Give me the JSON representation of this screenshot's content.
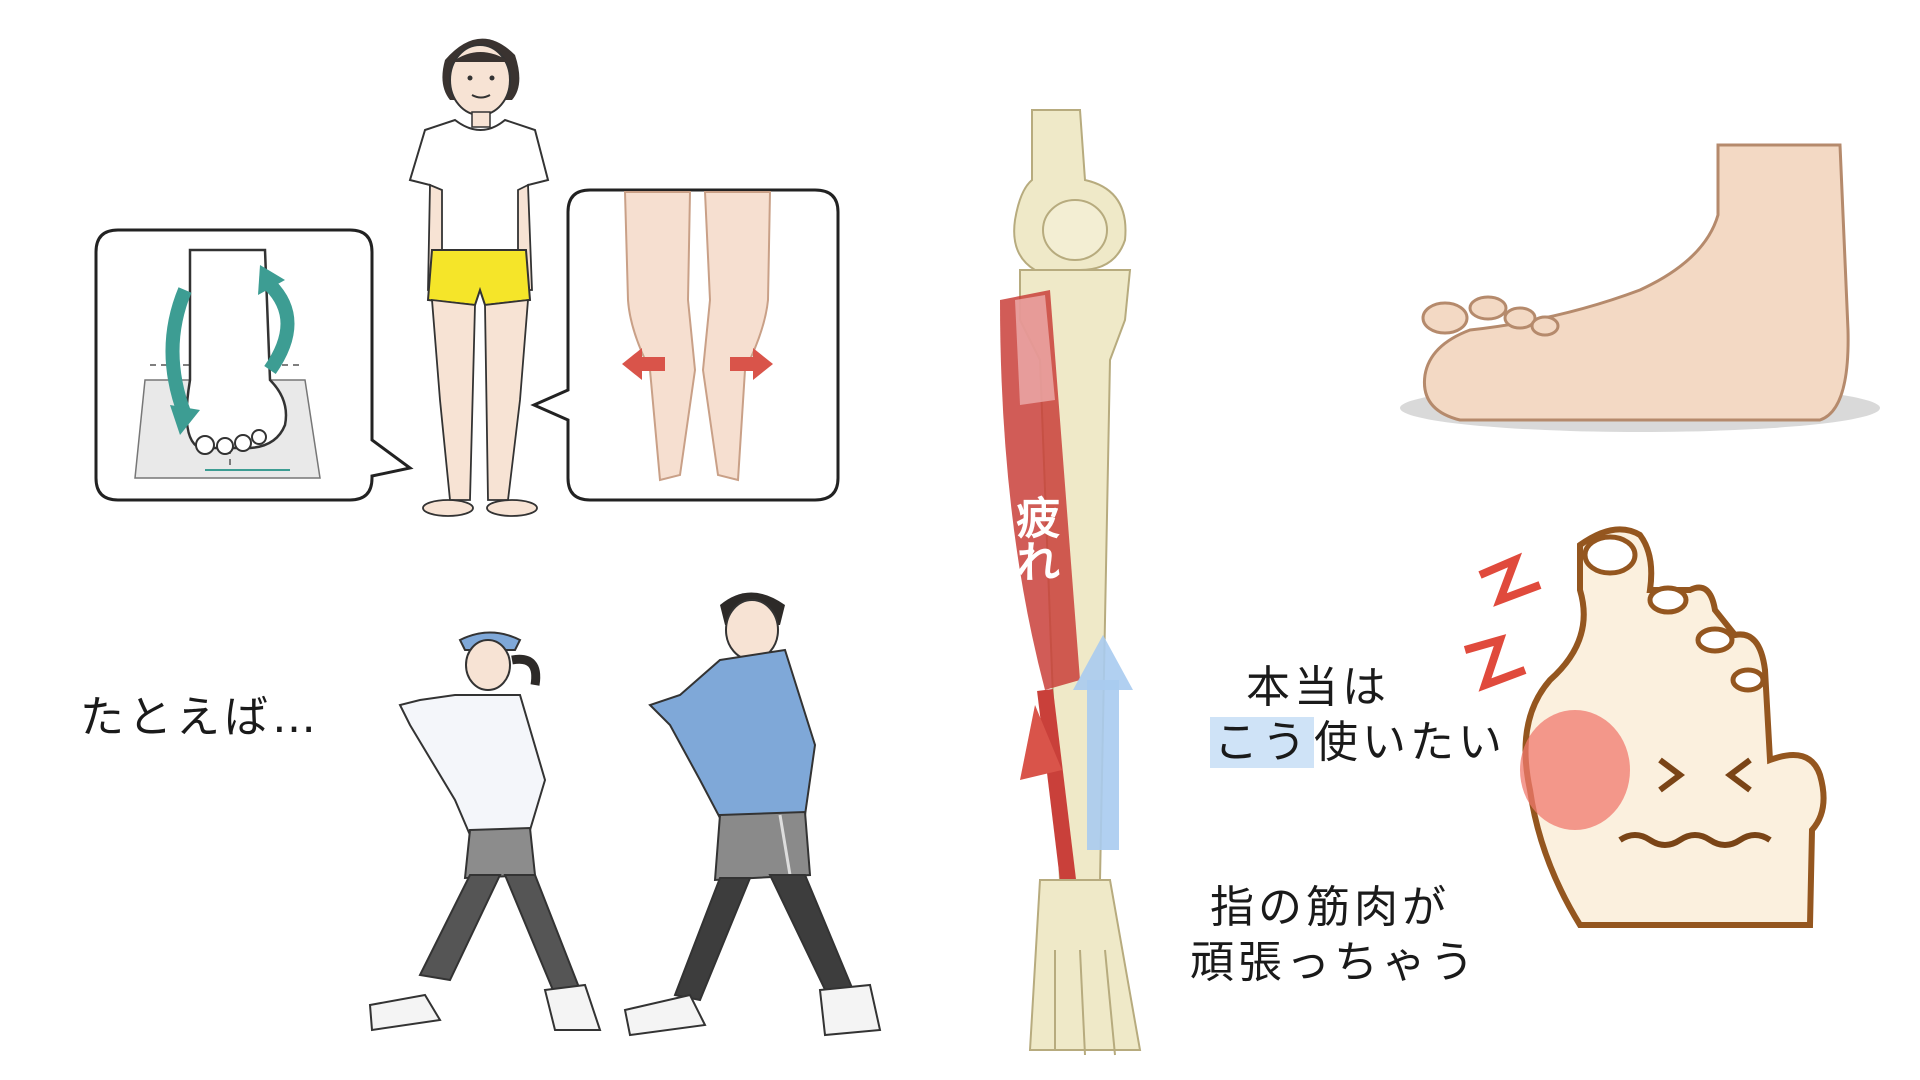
{
  "left_caption": "たとえば…",
  "true_intent": {
    "line1": "本当は",
    "line2_highlight": "こう",
    "line2_rest": "使いたい"
  },
  "toe_muscles": {
    "line1": "指の筋肉が",
    "line2": "頑張っちゃう"
  },
  "fatigue_label": "疲れ",
  "colors": {
    "skin": "#f3d9c4",
    "skin_outline": "#b58a6c",
    "shorts_yellow": "#f5e529",
    "arrow_teal": "#3d9d93",
    "arrow_red": "#d9544a",
    "arrow_blue": "#a9cbf0",
    "bone": "#efe9c8",
    "muscle_red": "#c9403a",
    "pain_red": "#e04a3c",
    "jacket_blue": "#7fa8d8"
  }
}
